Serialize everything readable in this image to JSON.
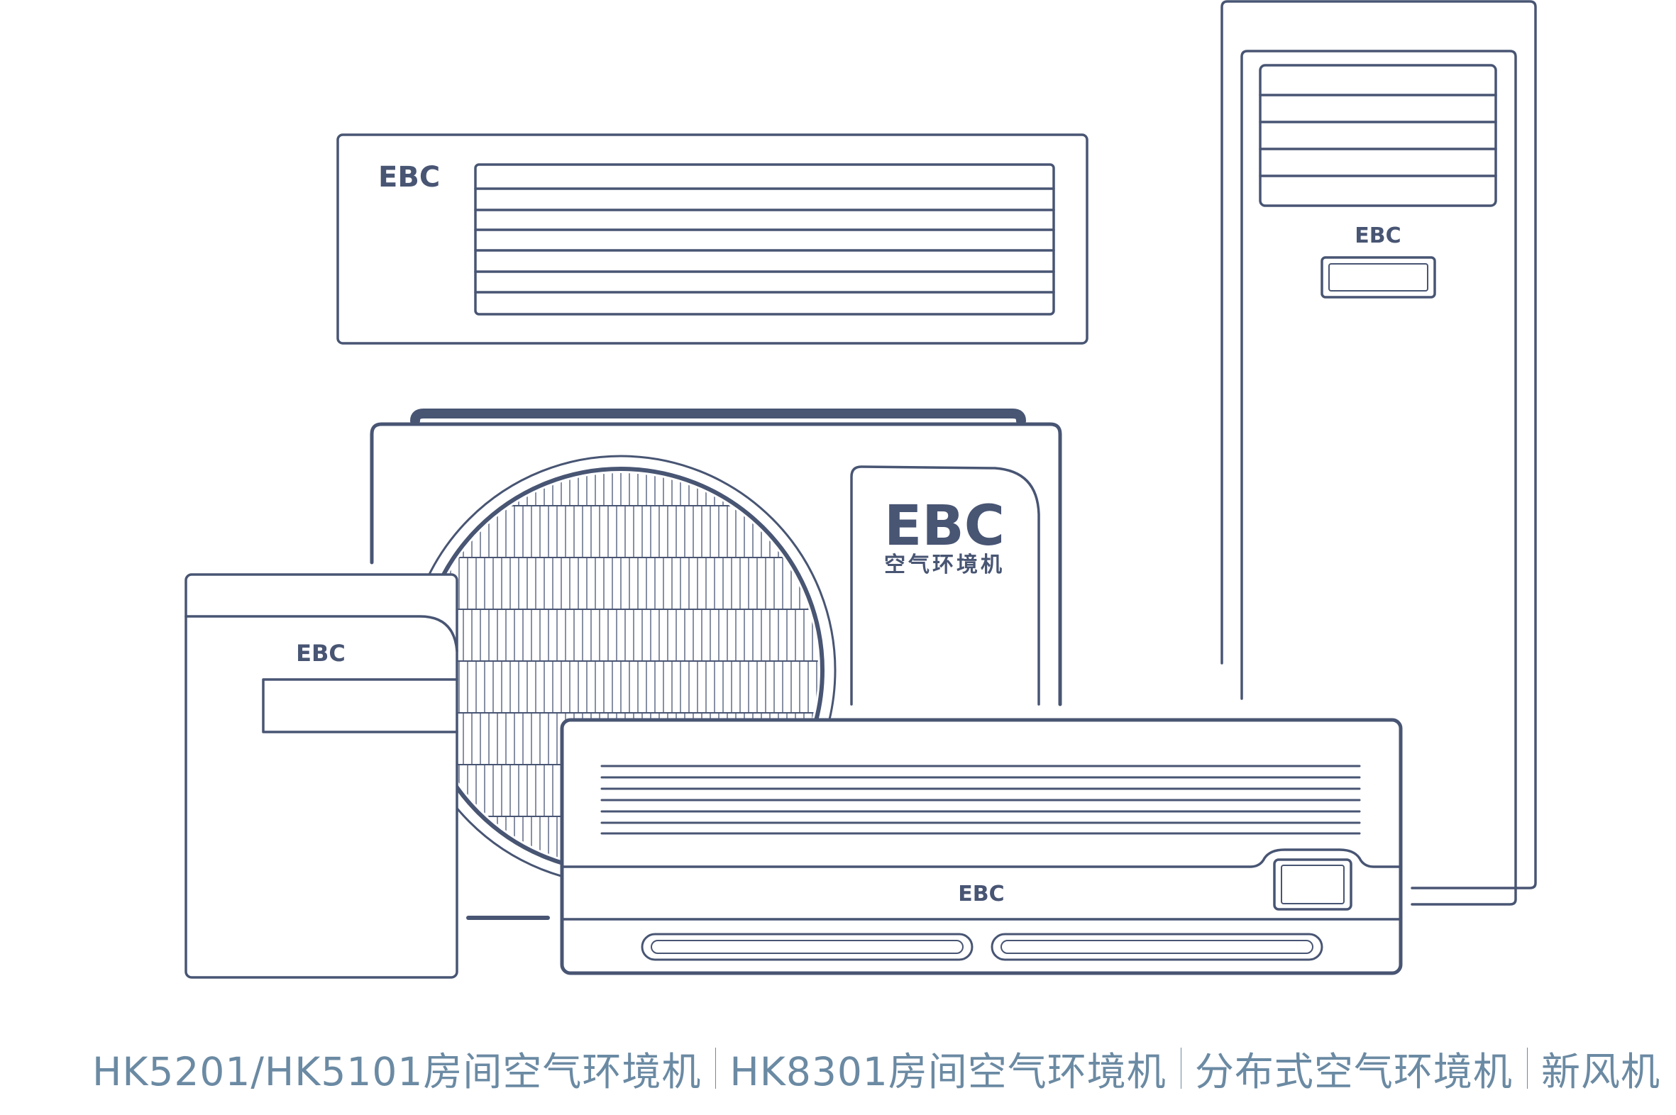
{
  "colors": {
    "line": "#485573",
    "caption": "#6b8aa3",
    "background": "#ffffff"
  },
  "brand": {
    "logo": "EBC",
    "subtitle": "空气环境机"
  },
  "caption": {
    "item1": "HK5201/HK5101房间空气环境机",
    "item2": "HK8301房间空气环境机",
    "item3": "分布式空气环境机",
    "item4": "新风机"
  }
}
